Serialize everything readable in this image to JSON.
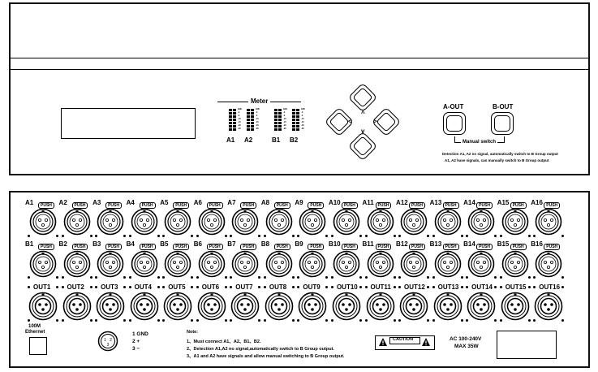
{
  "front_panel": {
    "meter_label": "Meter",
    "meter_channels": [
      "A1",
      "A2",
      "B1",
      "B2"
    ],
    "meter_scale": [
      "0dB",
      "-3",
      "-6",
      "-10",
      "-15",
      "-20",
      "-30"
    ],
    "nav_arrows": [
      "^",
      "<",
      ">",
      "v"
    ],
    "a_out_label": "A-OUT",
    "b_out_label": "B-OUT",
    "manual_switch_label": "Manual switch",
    "detection_line1": "Detection A1, A2 no signal, automatically switch to B Group output",
    "detection_line2": "A1, A2 have signals, can manually switch to B Group output"
  },
  "rear_panel": {
    "push_label": "PUSH",
    "row_a_labels": [
      "A1",
      "A2",
      "A3",
      "A4",
      "A5",
      "A6",
      "A7",
      "A8",
      "A9",
      "A10",
      "A11",
      "A12",
      "A13",
      "A14",
      "A15",
      "A16"
    ],
    "row_b_labels": [
      "B1",
      "B2",
      "B3",
      "B4",
      "B5",
      "B6",
      "B7",
      "B8",
      "B9",
      "B10",
      "B11",
      "B12",
      "B13",
      "B14",
      "B15",
      "B16"
    ],
    "out_labels": [
      "OUT1",
      "OUT2",
      "OUT3",
      "OUT4",
      "OUT5",
      "OUT6",
      "OUT7",
      "OUT8",
      "OUT9",
      "OUT10",
      "OUT11",
      "OUT12",
      "OUT13",
      "OUT14",
      "OUT15",
      "OUT16"
    ],
    "ethernet_line1": "100M",
    "ethernet_line2": "Ethernet",
    "pin1": "1 GND",
    "pin2": "2 +",
    "pin3": "3 −",
    "note_title": "Note:",
    "note_1": "1、Must connect A1、A2、B1、B2.",
    "note_2": "2、Detection A1,A2 no signal,automatically switch to B Group output.",
    "note_3": "3、A1 and A2 have signals and allow manual switching to B Group output.",
    "caution_label": "CAUTION",
    "power_line1": "AC 100-240V",
    "power_line2": "MAX 35W"
  },
  "icons": [
    "xlr-female-connector-icon",
    "xlr-male-connector-icon",
    "warning-triangle-icon",
    "arrow-button-icon"
  ]
}
